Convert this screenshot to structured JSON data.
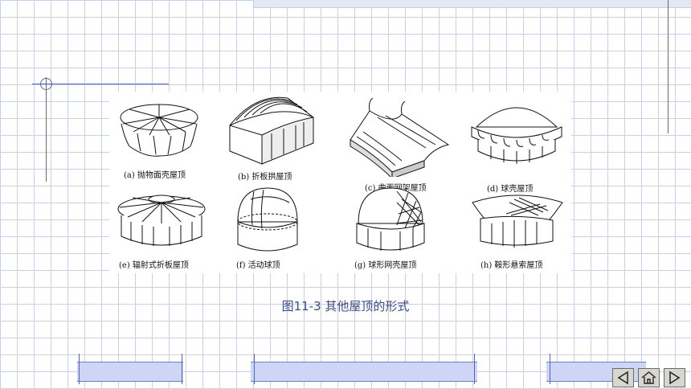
{
  "figure": {
    "caption": "图11-3  其他屋顶的形式",
    "items": [
      {
        "label": "(a) 抛物面壳屋顶",
        "icon": "paraboloid-shell-roof-illustration"
      },
      {
        "label": "(b) 折板拱屋顶",
        "icon": "folded-plate-arch-roof-illustration"
      },
      {
        "label": "(c) 曲面网架屋顶",
        "icon": "curved-space-frame-roof-illustration"
      },
      {
        "label": "(d) 球壳屋顶",
        "icon": "spherical-shell-roof-illustration"
      },
      {
        "label": "(e) 辐射式折板屋顶",
        "icon": "radial-folded-plate-roof-illustration"
      },
      {
        "label": "(f) 活动球顶",
        "icon": "retractable-dome-illustration"
      },
      {
        "label": "(g) 球形网壳屋顶",
        "icon": "spherical-lattice-shell-roof-illustration"
      },
      {
        "label": "(h) 鞍形悬索屋顶",
        "icon": "saddle-cable-roof-illustration"
      }
    ]
  },
  "nav": {
    "prev": "previous-slide-icon",
    "home": "home-icon",
    "next": "next-slide-icon"
  },
  "colors": {
    "grid": "#c9cfe6",
    "accent_line": "#5a66a8",
    "band_fill": "#cdd6f4",
    "caption_text": "#3c4a86"
  }
}
